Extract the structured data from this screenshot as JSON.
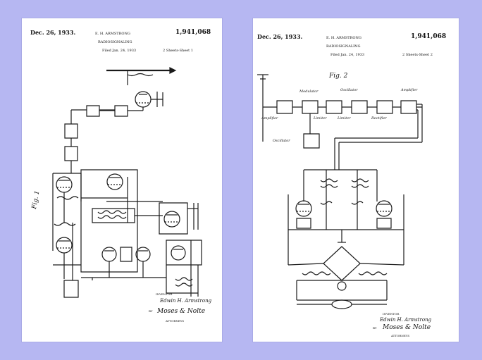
{
  "sheet1": {
    "date": "Dec. 26, 1933.",
    "inventor_header": "E. H. ARMSTRONG",
    "subject": "RADIOSIGNALING",
    "filed": "Filed Jan. 24, 1933",
    "sheets": "2 Sheets-Sheet 1",
    "patent_number": "1,941,068",
    "fig_label": "Fig. 1",
    "inventor_caption": "INVENTOR",
    "inventor_name": "Edwin H. Armstrong",
    "by": "BY",
    "attorney_signature": "Moses & Nolte",
    "attorneys": "ATTORNEYS"
  },
  "sheet2": {
    "date": "Dec. 26, 1933.",
    "inventor_header": "E. H. ARMSTRONG",
    "subject": "RADIOSIGNALING",
    "filed": "Filed Jan. 24, 1933",
    "sheets": "2 Sheets-Sheet 2",
    "patent_number": "1,941,068",
    "fig_label": "Fig. 2",
    "block_labels": [
      "Modulator",
      "Oscillator",
      "Amplifier",
      "Amplifier",
      "Limiter",
      "Limiter",
      "Rectifier",
      "Oscillator"
    ],
    "inventor_caption": "INVENTOR",
    "inventor_name": "Edwin H. Armstrong",
    "by": "BY",
    "attorney_signature": "Moses & Nolte",
    "attorneys": "ATTORNEYS"
  }
}
